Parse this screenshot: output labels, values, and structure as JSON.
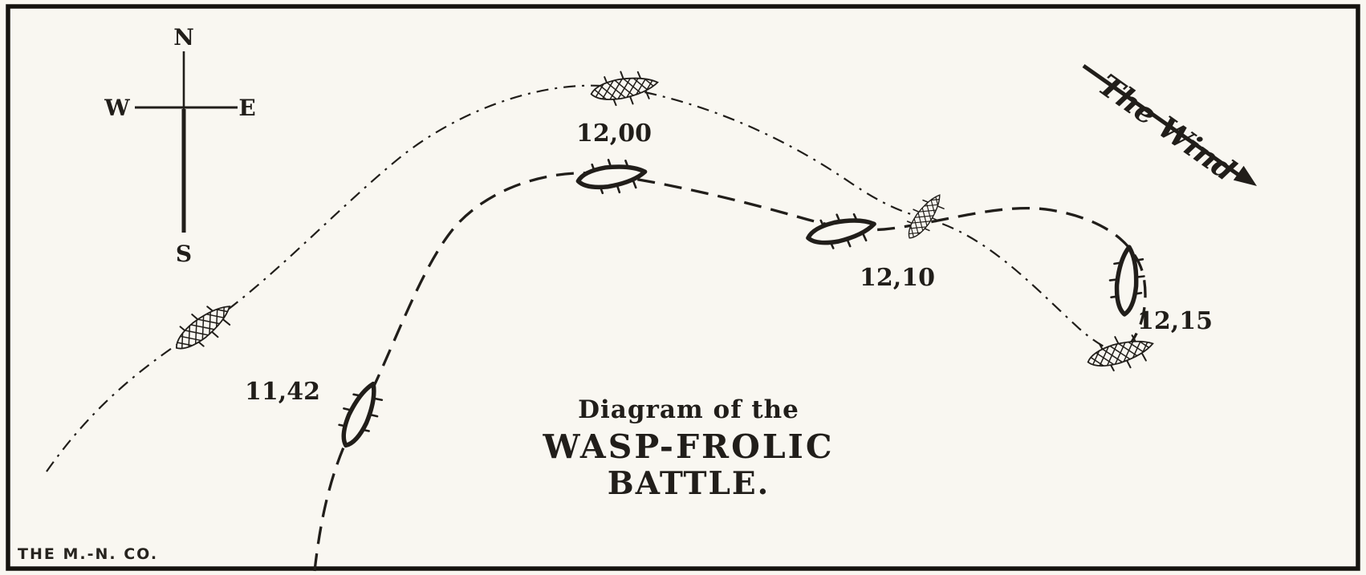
{
  "canvas": {
    "paper_color": "#f9f7f1",
    "ink_color": "#211e1a"
  },
  "compass": {
    "north": "N",
    "south": "S",
    "east": "E",
    "west": "W"
  },
  "wind": {
    "label": "The Wind",
    "icon": "arrow-southeast"
  },
  "time_labels": {
    "t1142": "11,42",
    "t1200": "12,00",
    "t1210": "12,10",
    "t1215": "12,15"
  },
  "title": {
    "line1": "Diagram of the",
    "line2": "WASP-FROLIC",
    "line3": "BATTLE."
  },
  "credit": "THE M.-N. CO.",
  "icons": {
    "solid_ship": "ship-hull-solid-outline",
    "hatched_ship": "ship-hull-crosshatched"
  }
}
